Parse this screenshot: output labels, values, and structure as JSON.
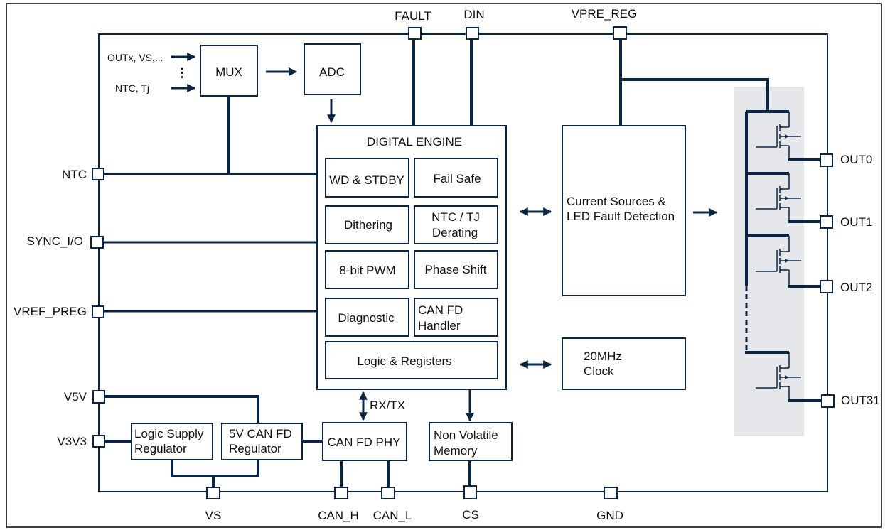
{
  "diagram": {
    "title_blocks": {
      "mux": "MUX",
      "adc": "ADC",
      "digital_engine": "DIGITAL ENGINE",
      "current_sources_line1": "Current Sources &",
      "current_sources_line2": "LED Fault Detection",
      "clock_line1": "20MHz",
      "clock_line2": "Clock",
      "logic_supply_line1": "Logic Supply",
      "logic_supply_line2": "Regulator",
      "can_reg_line1": "5V CAN FD",
      "can_reg_line2": "Regulator",
      "can_phy": "CAN FD PHY",
      "nvm_line1": "Non Volatile",
      "nvm_line2": "Memory"
    },
    "engine_blocks": {
      "wd": "WD & STDBY",
      "fail_safe": "Fail Safe",
      "dithering": "Dithering",
      "ntc_line1": "NTC / TJ",
      "ntc_line2": "Derating",
      "pwm": "8-bit PWM",
      "phase_shift": "Phase Shift",
      "diagnostic": "Diagnostic",
      "can_handler_line1": "CAN FD",
      "can_handler_line2": "Handler",
      "logic_registers": "Logic & Registers"
    },
    "mux_inputs": {
      "top": "OUTx, VS,...",
      "ellipsis": "⋮",
      "bottom": "NTC, Tj"
    },
    "signals": {
      "rxtx": "RX/TX"
    },
    "pins": {
      "top": [
        "FAULT",
        "DIN",
        "VPRE_REG"
      ],
      "left": [
        "NTC",
        "SYNC_I/O",
        "VREF_PREG",
        "V5V",
        "V3V3"
      ],
      "bottom": [
        "VS",
        "CAN_H",
        "CAN_L",
        "CS",
        "GND"
      ],
      "right": [
        "OUT0",
        "OUT1",
        "OUT2",
        "OUT31"
      ]
    },
    "colors": {
      "line": "#0b2545",
      "shade": "#e6e7ea"
    }
  }
}
